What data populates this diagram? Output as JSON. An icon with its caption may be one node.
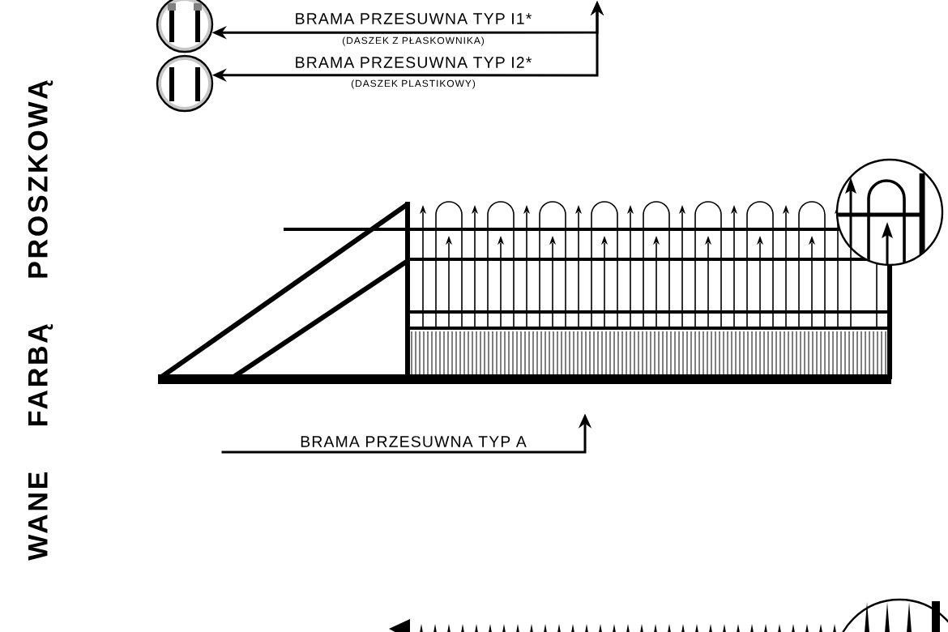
{
  "diagram": {
    "nodes": [
      {
        "text": [],
        "shape": "picture"
      },
      {
        "text": [],
        "shape": "picture"
      },
      {
        "text": [],
        "shape": "picture"
      },
      {
        "text": [],
        "shape": "picture"
      }
    ],
    "edges": [
      {
        "from": null,
        "to": 0,
        "arrow": "both",
        "label": "BRAMA PRZESUWNA TYP I1*"
      },
      {
        "from": null,
        "to": 1,
        "arrow": "both",
        "label": "BRAMA PRZESUWNA TYP I2*"
      },
      {
        "from": null,
        "to": 2,
        "arrow": "to",
        "label": "BRAMA PRZESUWNA TYP A"
      }
    ],
    "labels": [
      "WANE FARBĄ PROSZKOWĄ",
      "(DASZEK Z PŁASKOWNIKA)",
      "(DASZEK PLASTIKOWY)"
    ]
  }
}
